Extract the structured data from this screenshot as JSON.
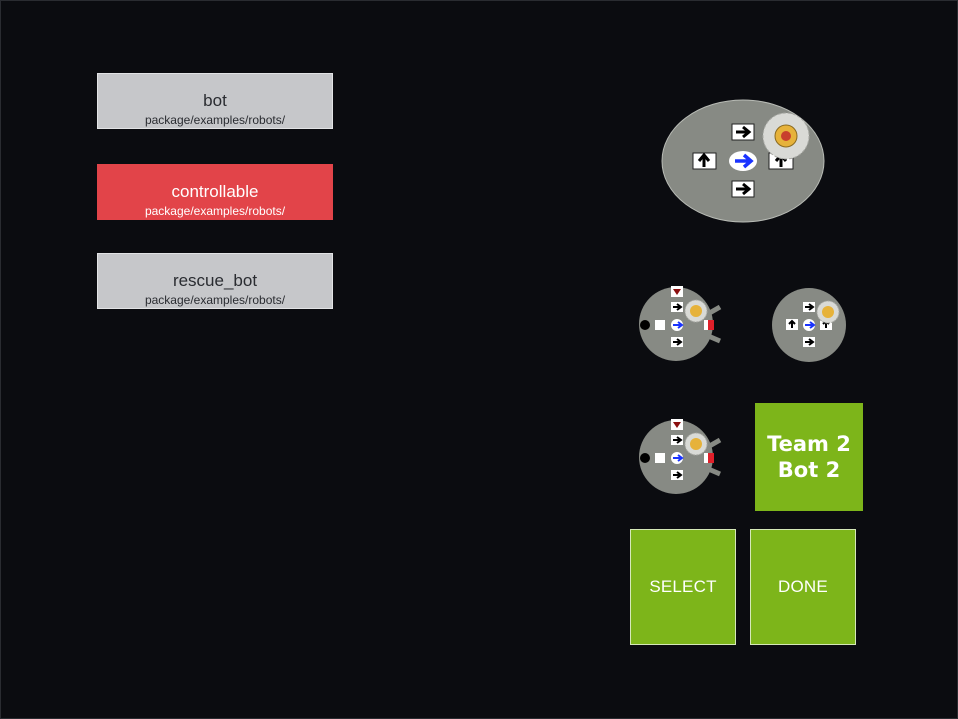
{
  "robot_list": [
    {
      "name": "bot",
      "path": "package/examples/robots/",
      "selected": false
    },
    {
      "name": "controllable",
      "path": "package/examples/robots/",
      "selected": true
    },
    {
      "name": "rescue_bot",
      "path": "package/examples/robots/",
      "selected": false
    }
  ],
  "team_tile": {
    "line1": "Team 2",
    "line2": "Bot 2"
  },
  "actions": {
    "select_label": "SELECT",
    "done_label": "DONE"
  },
  "colors": {
    "background": "#0b0c10",
    "list_item": "#c6c7ca",
    "list_item_selected": "#e24449",
    "action_green": "#7db51a",
    "bot_body": "#878a84"
  },
  "icons": [
    "arrow-up-icon",
    "arrow-right-icon",
    "logo-badge-icon",
    "bumper-claw-icon",
    "sensor-icon"
  ]
}
